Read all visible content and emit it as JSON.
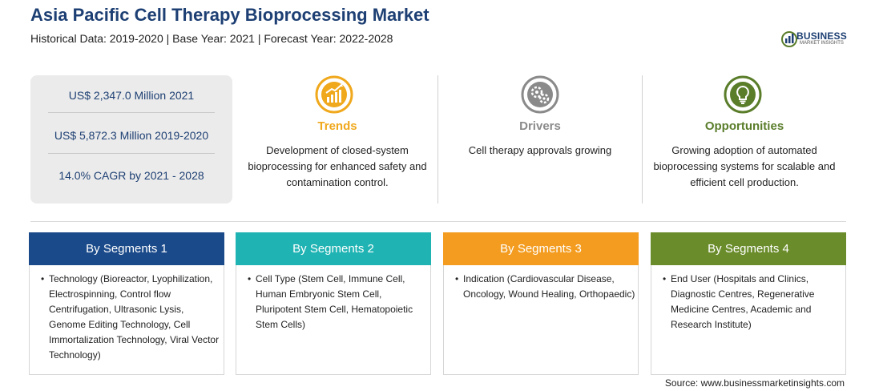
{
  "header": {
    "title": "Asia Pacific Cell Therapy Bioprocessing Market",
    "subtitle": "Historical Data: 2019-2020 | Base Year: 2021 | Forecast Year: 2022-2028"
  },
  "logo": {
    "main": "BUSINESS",
    "sub": "MARKET INSIGHTS"
  },
  "stats": [
    {
      "text": "US$ 2,347.0 Million 2021"
    },
    {
      "text": "US$ 5,872.3 Million 2019-2020"
    },
    {
      "text": "14.0% CAGR by 2021 - 2028"
    }
  ],
  "features": [
    {
      "title": "Trends",
      "text": "Development of closed-system bioprocessing for enhanced safety and contamination control.",
      "color": "#f0a81c",
      "icon": "trend-chart-icon"
    },
    {
      "title": "Drivers",
      "text": "Cell therapy approvals growing",
      "color": "#8a8a8a",
      "icon": "gears-icon"
    },
    {
      "title": "Opportunities",
      "text": "Growing adoption of automated bioprocessing systems for scalable and efficient cell production.",
      "color": "#5a7d2a",
      "icon": "lightbulb-icon"
    }
  ],
  "segments": [
    {
      "header": "By Segments 1",
      "color": "#1b4a8a",
      "text": "Technology (Bioreactor, Lyophilization, Electrospinning, Control flow Centrifugation, Ultrasonic Lysis, Genome Editing Technology, Cell Immortalization Technology, Viral Vector Technology)"
    },
    {
      "header": "By Segments 2",
      "color": "#1fb3b3",
      "text": "Cell Type (Stem Cell, Immune Cell, Human Embryonic Stem Cell, Pluripotent Stem Cell, Hematopoietic Stem Cells)"
    },
    {
      "header": "By Segments 3",
      "color": "#f39c1f",
      "text": "Indication (Cardiovascular Disease, Oncology, Wound Healing, Orthopaedic)"
    },
    {
      "header": "By Segments 4",
      "color": "#6a8c2b",
      "text": "End User (Hospitals and Clinics, Diagnostic Centres, Regenerative Medicine Centres, Academic and Research Institute)"
    }
  ],
  "bullet": "•",
  "source": "Source: www.businessmarketinsights.com"
}
